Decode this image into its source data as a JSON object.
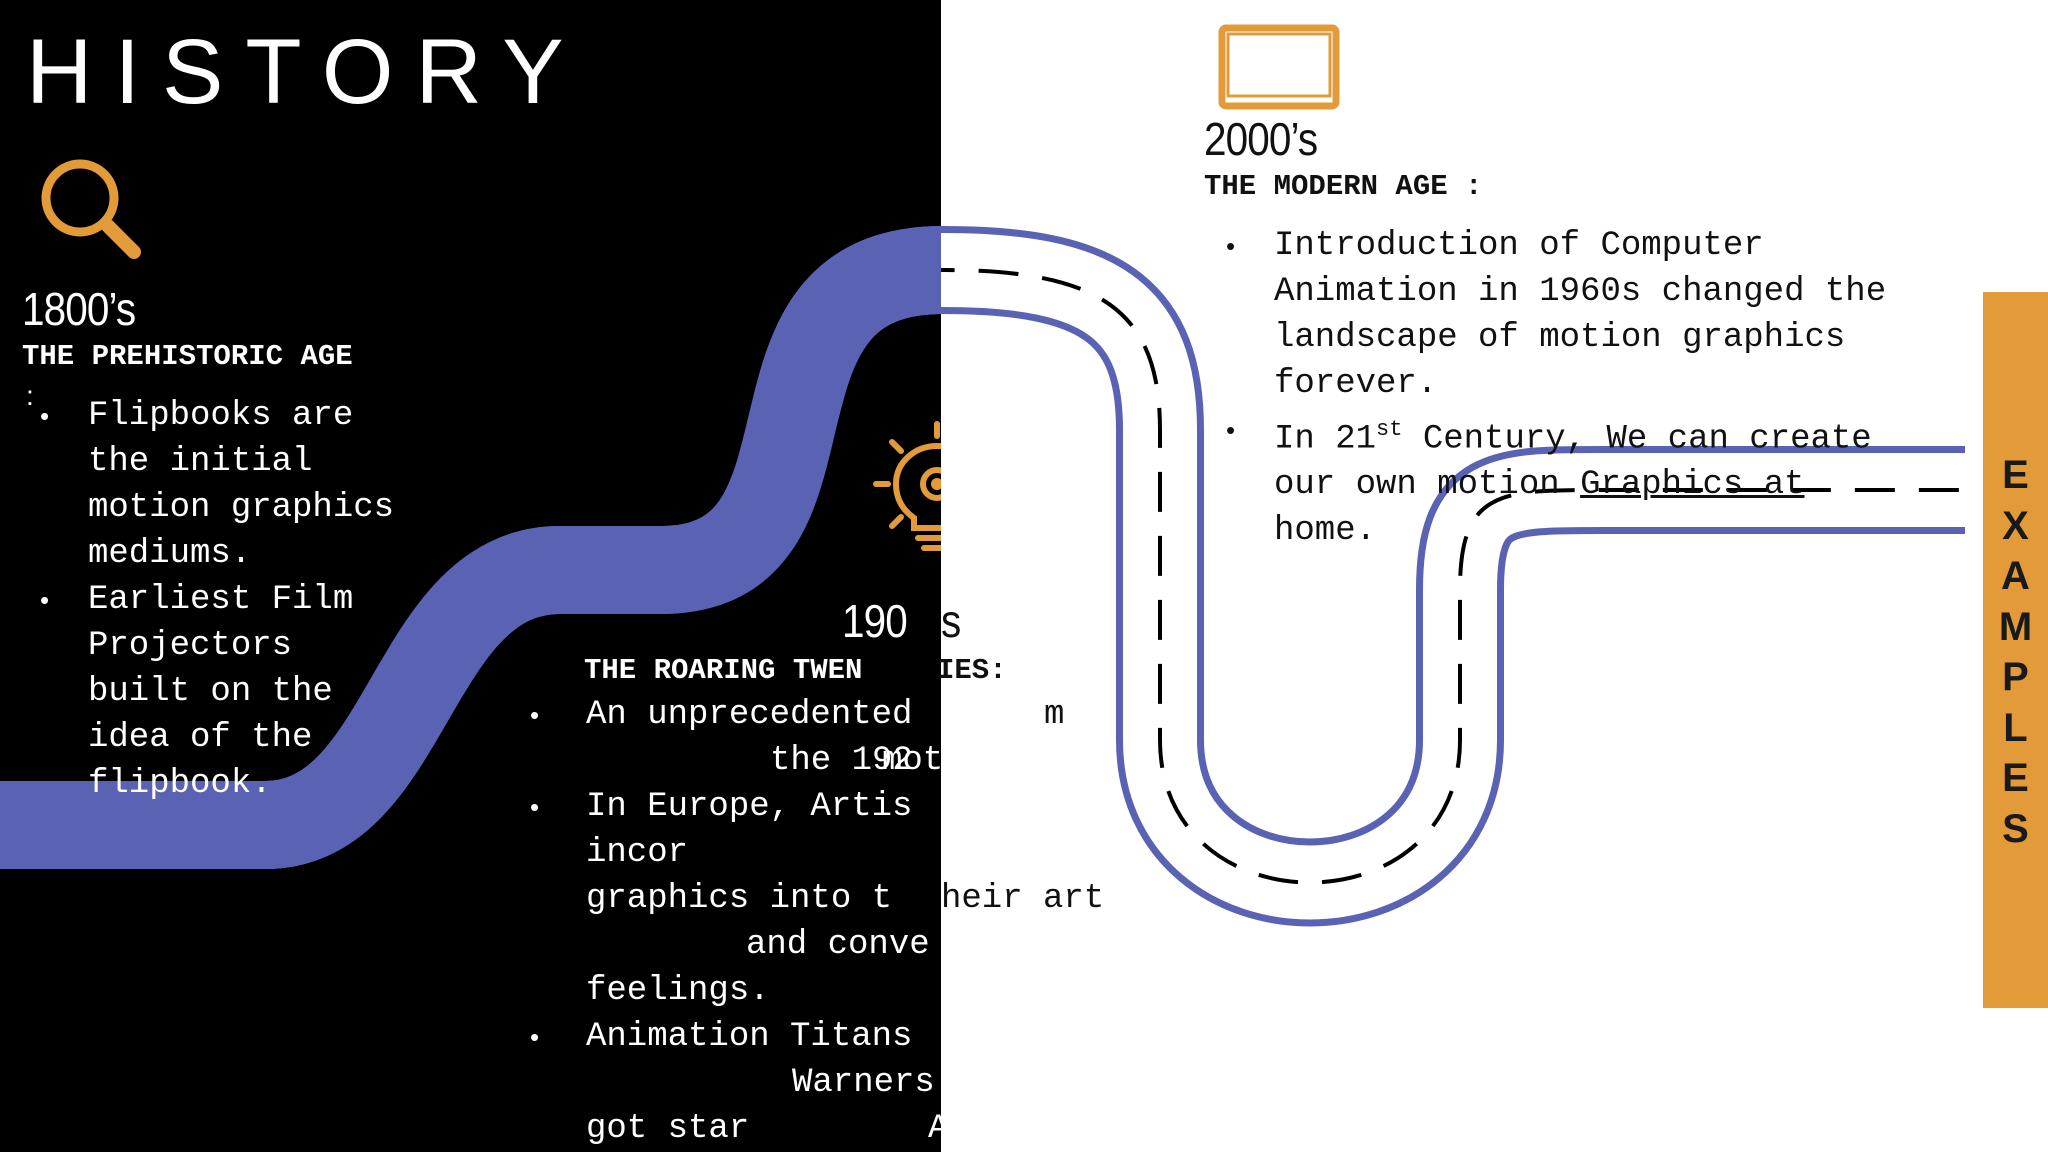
{
  "slide_title": "HISTORY",
  "colors": {
    "accent": "#e39b3a",
    "road_edge": "#5a62b3",
    "left_bg": "#000000",
    "right_bg": "#ffffff"
  },
  "icons": {
    "magnifier": "magnifier-icon",
    "lightbulb": "lightbulb-gear-icon",
    "monitor": "monitor-icon"
  },
  "era_1800": {
    "year": "1800’s",
    "heading": "THE PREHISTORIC AGE",
    "colon": ":",
    "bullets": [
      [
        "Flipbooks are",
        "the initial",
        "motion graphics",
        "mediums."
      ],
      [
        "Earliest Film",
        "Projectors",
        "built on the",
        "idea of the",
        "flipbook."
      ]
    ]
  },
  "era_1900": {
    "year": "190",
    "year_tail": "s",
    "heading": "THE ROARING TWEN",
    "heading_tail": "IES:",
    "bullets": [
      [
        "An unprecedented",
        "the 192"
      ],
      [
        "In Europe, Artis",
        "incor",
        "graphics into t",
        "and conve",
        "feelings."
      ],
      [
        "Animation Titans",
        "Warners",
        "got star"
      ]
    ],
    "fragments": {
      "m": "m",
      "mot": "mot",
      "heir_art": "heir art",
      "a": "A"
    }
  },
  "era_2000": {
    "year": "2000’s",
    "heading": "THE MODERN AGE :",
    "bullet1": [
      "Introduction of Computer",
      "Animation in 1960s changed the",
      "landscape of motion graphics",
      "forever."
    ],
    "bullet2": {
      "pre": "In 21",
      "sup": "st",
      "post": " Century, We can create",
      "line2_plain": "our own motion ",
      "line2_underlined": "Graphics at ",
      "line3": "home."
    }
  },
  "examples_tab": {
    "letters": [
      "E",
      "X",
      "A",
      "M",
      "P",
      "L",
      "E",
      "S"
    ]
  }
}
